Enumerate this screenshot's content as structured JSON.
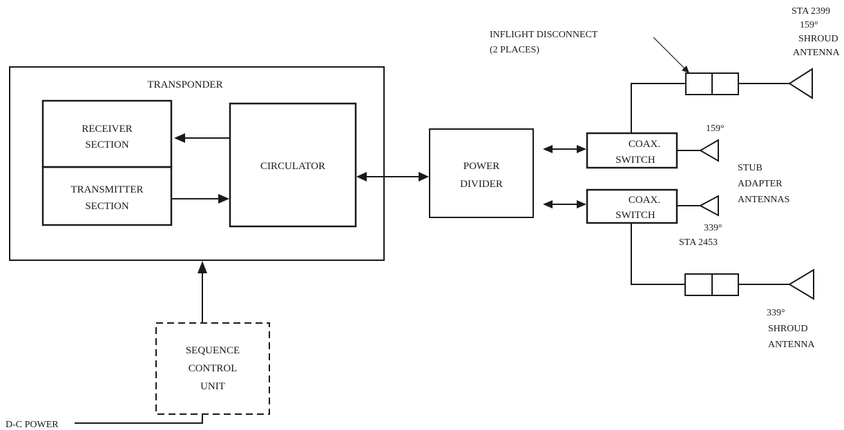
{
  "transponder": {
    "title": "TRANSPONDER",
    "receiver_line1": "RECEIVER",
    "receiver_line2": "SECTION",
    "transmitter_line1": "TRANSMITTER",
    "transmitter_line2": "SECTION",
    "circulator": "CIRCULATOR"
  },
  "power_divider": {
    "line1": "POWER",
    "line2": "DIVIDER"
  },
  "coax_switch_upper": {
    "line1": "COAX.",
    "line2": "SWITCH"
  },
  "coax_switch_lower": {
    "line1": "COAX.",
    "line2": "SWITCH"
  },
  "sequence_control_unit": {
    "line1": "SEQUENCE",
    "line2": "CONTROL",
    "line3": "UNIT"
  },
  "dc_power": "D-C POWER",
  "inflight_disconnect": {
    "line1": "INFLIGHT DISCONNECT",
    "line2": "(2 PLACES)"
  },
  "upper_shroud_antenna": {
    "line1": "STA 2399",
    "line2": "159°",
    "line3": "SHROUD",
    "line4": "ANTENNA"
  },
  "lower_shroud_antenna": {
    "line1": "339°",
    "line2": "SHROUD",
    "line3": "ANTENNA"
  },
  "stub_antenna_upper_angle": "159°",
  "stub_antenna_lower_angle": "339°",
  "stub_antenna_lower_station": "STA 2453",
  "stub_adapter_antennas": {
    "line1": "STUB",
    "line2": "ADAPTER",
    "line3": "ANTENNAS"
  }
}
